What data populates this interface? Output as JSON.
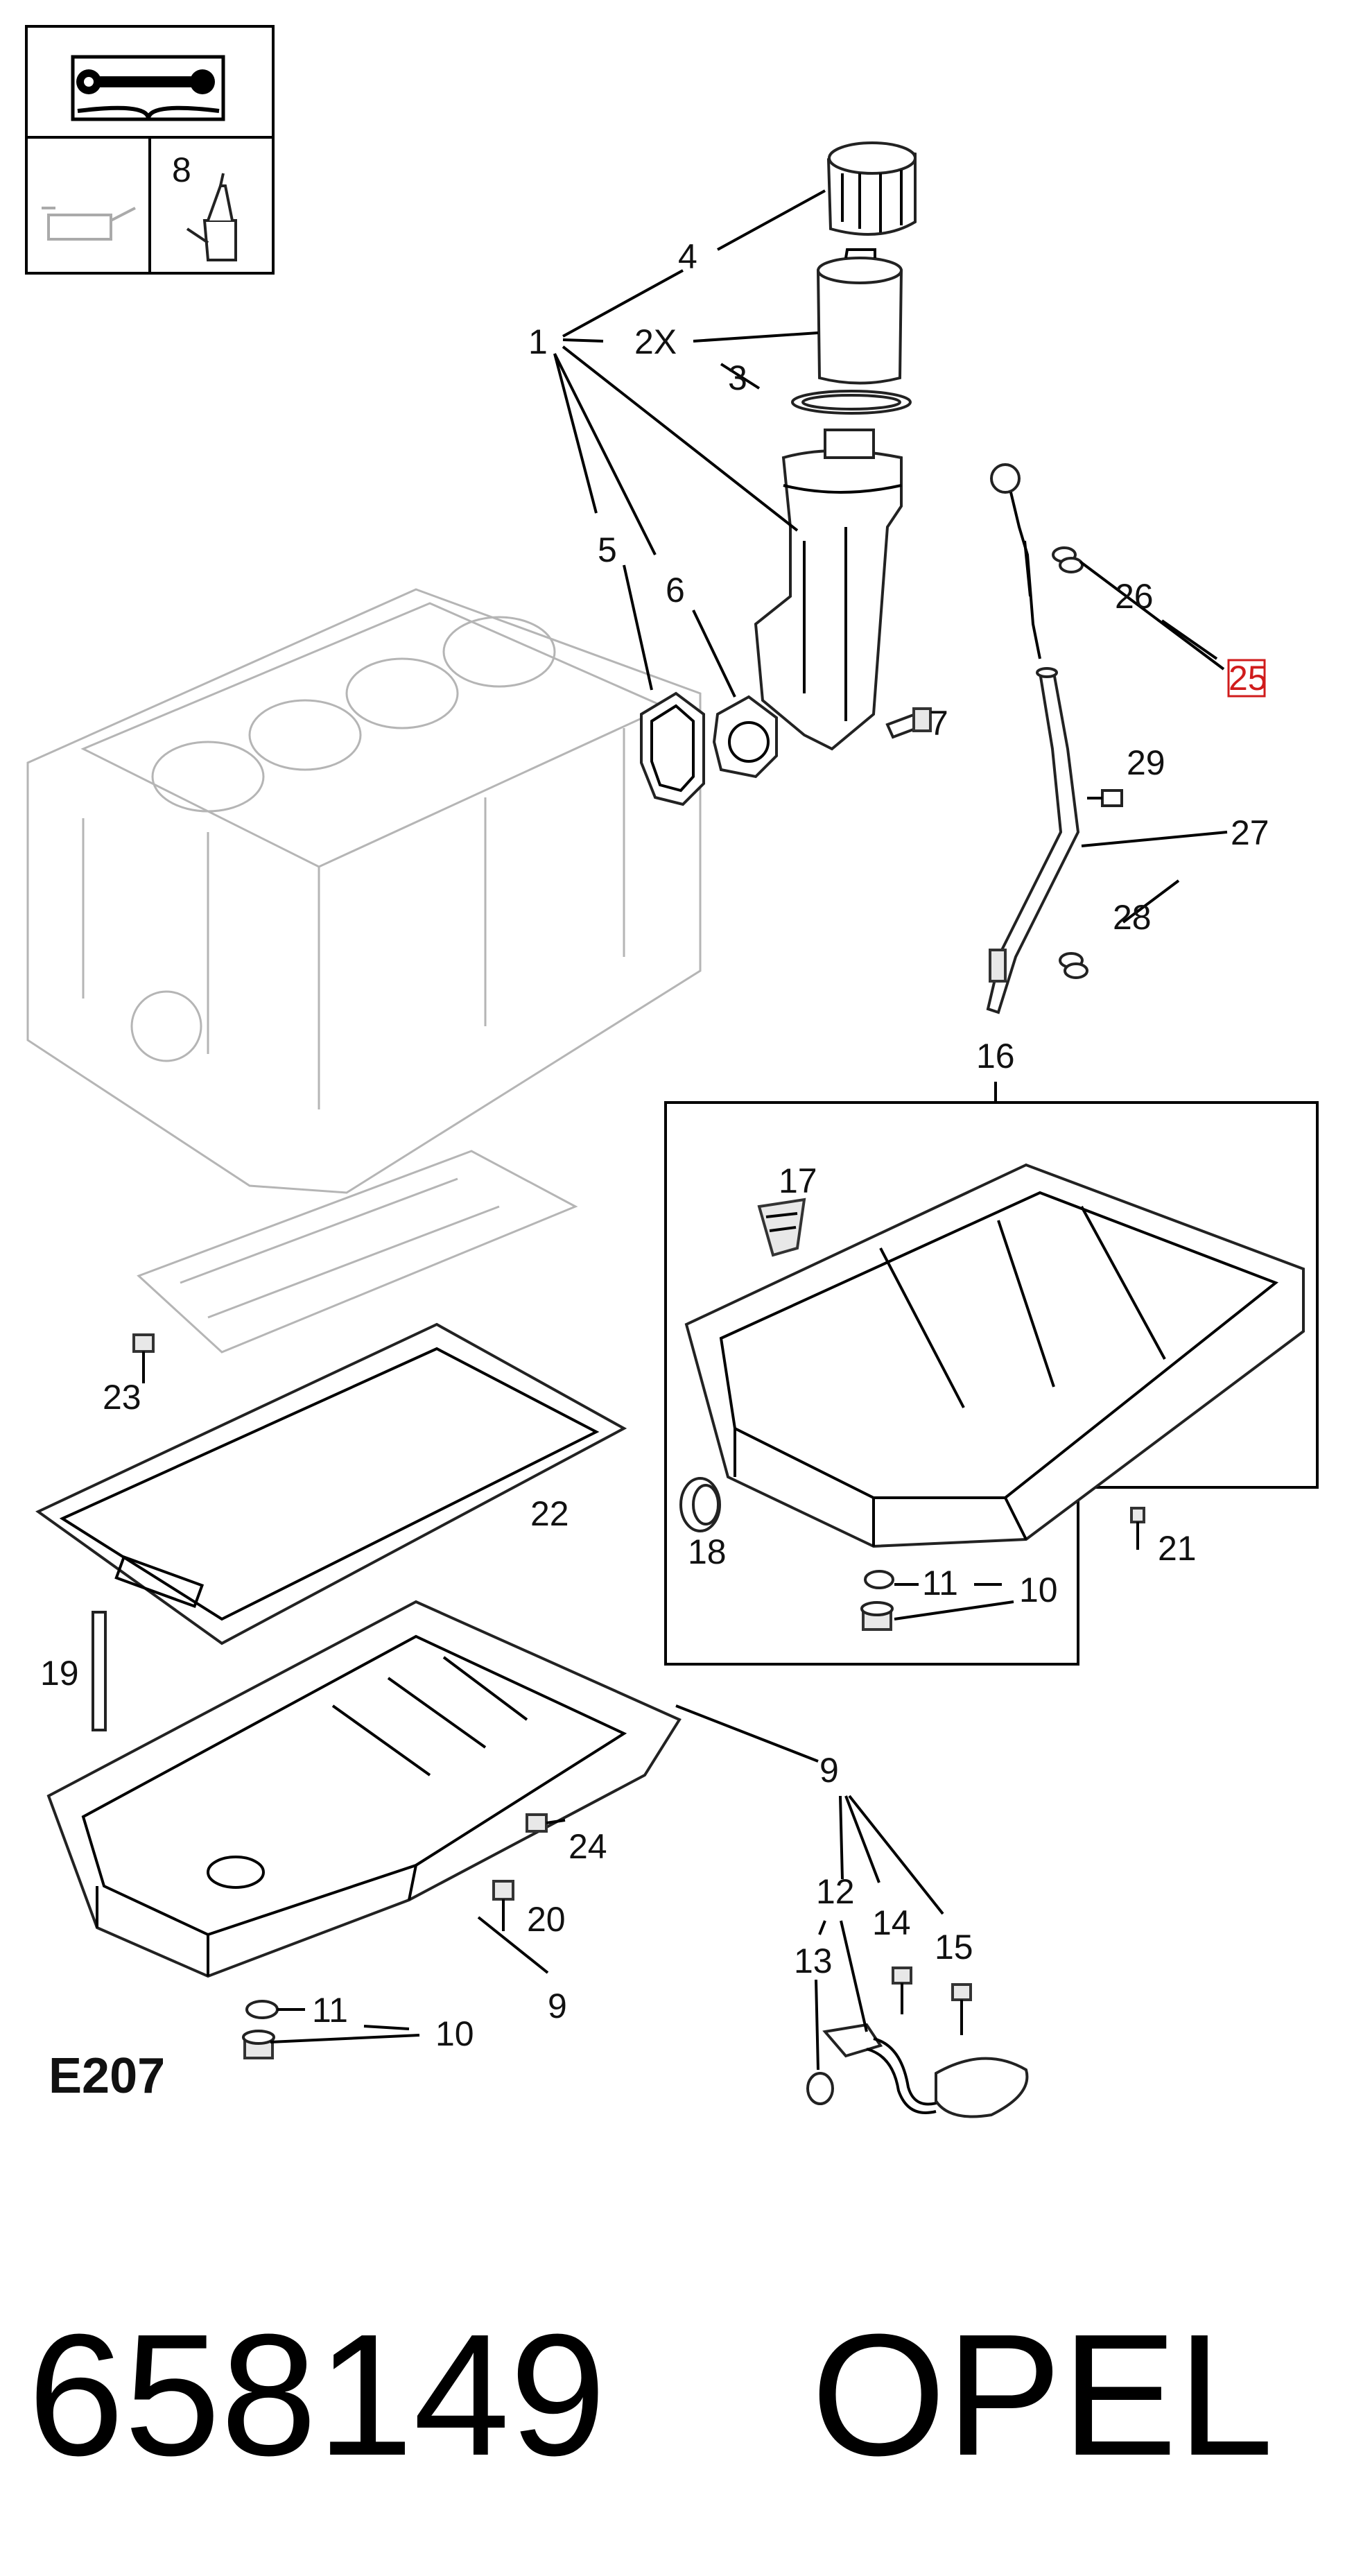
{
  "labels": {
    "l1": "1",
    "l2x": "2X",
    "l3": "3",
    "l4": "4",
    "l5": "5",
    "l6": "6",
    "l7": "7",
    "l8": "8",
    "l9a": "9",
    "l9b": "9",
    "l10a": "10",
    "l10b": "10",
    "l11a": "11",
    "l11b": "11",
    "l12": "12",
    "l13": "13",
    "l14": "14",
    "l15": "15",
    "l16": "16",
    "l17": "17",
    "l18": "18",
    "l19": "19",
    "l20": "20",
    "l21": "21",
    "l22": "22",
    "l23": "23",
    "l24": "24",
    "l25": "25",
    "l26": "26",
    "l27": "27",
    "l28": "28",
    "l29": "29"
  },
  "section_code": "E207",
  "footer": {
    "part_number": "658149",
    "brand": "OPEL"
  },
  "colors": {
    "highlight": "#d01c1c",
    "ghost": "#b5b5b5",
    "ink": "#111111"
  },
  "icons": {
    "manual": "manual-wrench-icon",
    "oil": "oil-can-icon",
    "sealant": "sealant-tube-icon"
  }
}
